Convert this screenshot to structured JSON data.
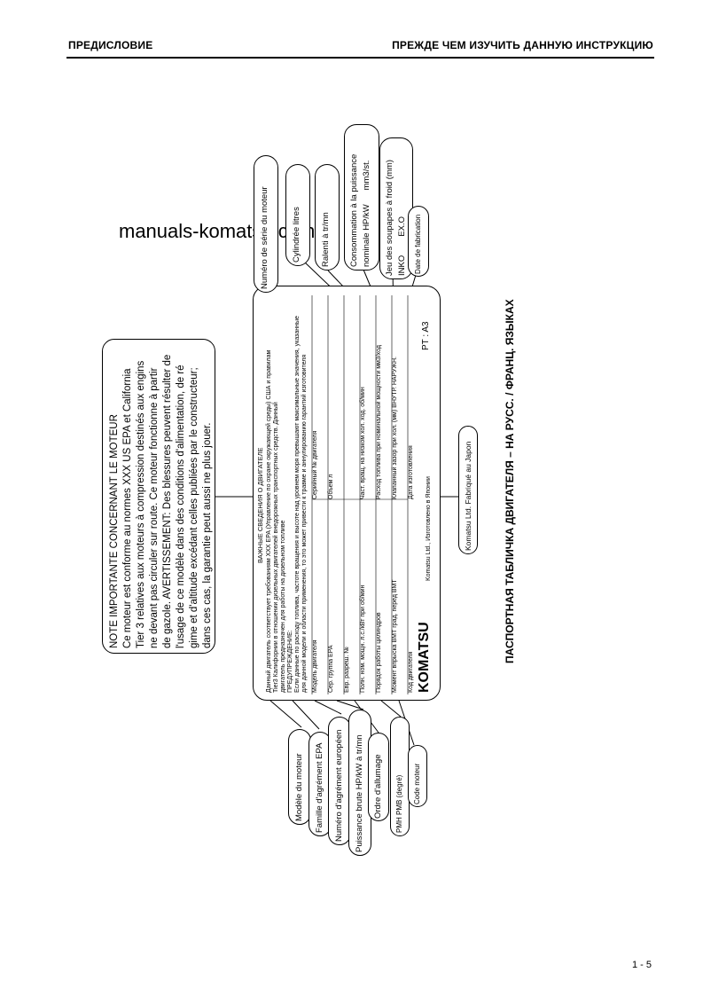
{
  "header": {
    "left": "ПРЕДИСЛОВИЕ",
    "right": "ПРЕЖДЕ ЧЕМ ИЗУЧИТЬ ДАННУЮ ИНСТРУКЦИЮ"
  },
  "watermark": "manuals-komatsu.com",
  "page_number": "1 - 5",
  "caption": "ПАСПОРТНАЯ ТАБЛИЧКА ДВИГАТЕЛЯ – НА РУСС. / ФРАНЦ. ЯЗЫКАХ",
  "note": {
    "title": "NOTE IMPORTANTE CONCERNANT LE MOTEUR",
    "lines": [
      "Ce moteur est conforme au normes XXX US EPA et California",
      "Tier 3 relatives aux moteurs à compression destinés aux engins",
      "ne devant pas circuler sur route. Ce moteur fonctionne à partir",
      "de gazole. AVERTISSEMENT: Des blessures peuvent résulter de",
      "l'usage de ce modèle dans des conditions d'alimentation, de ré",
      "gime et d'altitude excédant celles publiées par le constructeur;",
      "dans ces cas, la garantie peut aussi ne plus jouer."
    ]
  },
  "plate": {
    "title": "ВАЖНЫЕ СВЕДЕНИЯ О ДВИГАТЕЛЕ",
    "text_lines": [
      "Данный двигатель соответствует требованиям XXX EPA (Управление по охране окружающей среды) США и правилам",
      "Tier3 Калифорнии в отношении дизельных двигателей внедорожных транспортных средств. Данный",
      "двигатель предназначен для работы на дизельном топливе",
      "ПРЕДУПРЕЖДЕНИЕ:",
      "Если данные по расходу топлива, частоте вращения и высоте над уровнем моря превышают максимальные значения, указанные",
      "для данной модели и области применения, то это может привести к травме и аннулированию гарантий изготовителя"
    ],
    "rows_left": [
      "Модель двигателя",
      "Сер. группа EPA",
      "Евр. разреш. №",
      "Полн. ном. мощн. л.с./кВт        при        об/мин",
      "Порядок работы цилиндров",
      "Момент впрыска ВМТ          град. перед ВМТ",
      "Код двигателя"
    ],
    "rows_right": [
      "Серийный № двигателя",
      "Объем                                                      л",
      "Част. вращ. на низком хол. ход.              об/мин",
      "Расход топлива при номинальной мощности    мм3/ход",
      "Клапанный зазор при хол. (мм)   ВНУТР.   НАРУЖН.",
      "Дата изготовления"
    ],
    "footer": "Komatsu Ltd., Изготовлено в Японии",
    "logo": "KOMATSU",
    "pt": "PT : A3"
  },
  "labels_top": [
    "Numéro de série du moteur",
    "Cylindrée      litres",
    "Ralenti      à tr/mn",
    "Consommation à la puissance\nnominale HP/kW      mm3/st.",
    "Jeu des soupapes à froid (mm)\nINKO        EX.O",
    "Date de fabrication"
  ],
  "labels_bottom": [
    "Modèle du moteur",
    "Famille d'agrément   EPA",
    "Numéro d'agrément européen",
    "Puissance brute HP/kW      à tr/mn",
    "Ordre d'allumage",
    "PMH        PMB (degré)",
    "Code moteur"
  ],
  "label_fabrique": "Komatsu Ltd.   Fabriqué au Japon"
}
